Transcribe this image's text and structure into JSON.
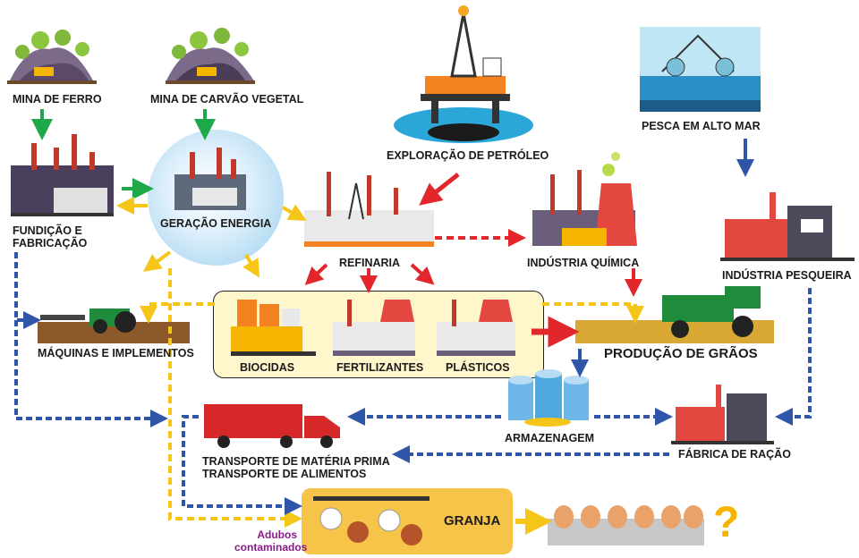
{
  "nodes": {
    "mina_ferro": "MINA DE FERRO",
    "mina_carvao": "MINA DE CARVÃO VEGETAL",
    "exploracao_petroleo": "EXPLORAÇÃO DE PETRÓLEO",
    "pesca": "PESCA EM ALTO MAR",
    "fundicao": [
      "FUNDIÇÃO E",
      "FABRICAÇÃO"
    ],
    "geracao_energia": "GERAÇÃO ENERGIA",
    "refinaria": "REFINARIA",
    "industria_quimica": "INDÚSTRIA QUÍMICA",
    "industria_pesqueira": "INDÚSTRIA PESQUEIRA",
    "maquinas": "MÁQUINAS E IMPLEMENTOS",
    "biocidas": "BIOCIDAS",
    "fertilizantes": "FERTILIZANTES",
    "plasticos": "PLÁSTICOS",
    "producao_graos": "PRODUÇÃO DE GRÃOS",
    "armazenagem": "ARMAZENAGEM",
    "fabrica_racao": "FÁBRICA DE RAÇÃO",
    "transporte": [
      "TRANSPORTE DE MATÉRIA PRIMA",
      "TRANSPORTE DE ALIMENTOS"
    ],
    "granja": "GRANJA",
    "adubos": [
      "Adubos",
      "contaminados"
    ],
    "question": "?"
  },
  "colors": {
    "green_arrow": "#1ea84a",
    "red_arrow": "#e3262b",
    "yellow_arrow": "#f5c518",
    "blue_arrow": "#2f55a8",
    "factory_orange": "#f08c3a",
    "granja_box": "#f7c44a",
    "note_purple": "#8a1a8a"
  },
  "icons": [
    "mine-icon",
    "coal-mine-icon",
    "oil-rig-icon",
    "fishing-icon",
    "foundry-icon",
    "power-plant-icon",
    "refinery-icon",
    "chemical-plant-icon",
    "fish-factory-icon",
    "tractor-icon",
    "biocide-icon",
    "fertilizer-icon",
    "plastic-icon",
    "harvester-icon",
    "silo-icon",
    "feed-factory-icon",
    "truck-icon",
    "chicken-coop-icon",
    "eggs-icon"
  ]
}
